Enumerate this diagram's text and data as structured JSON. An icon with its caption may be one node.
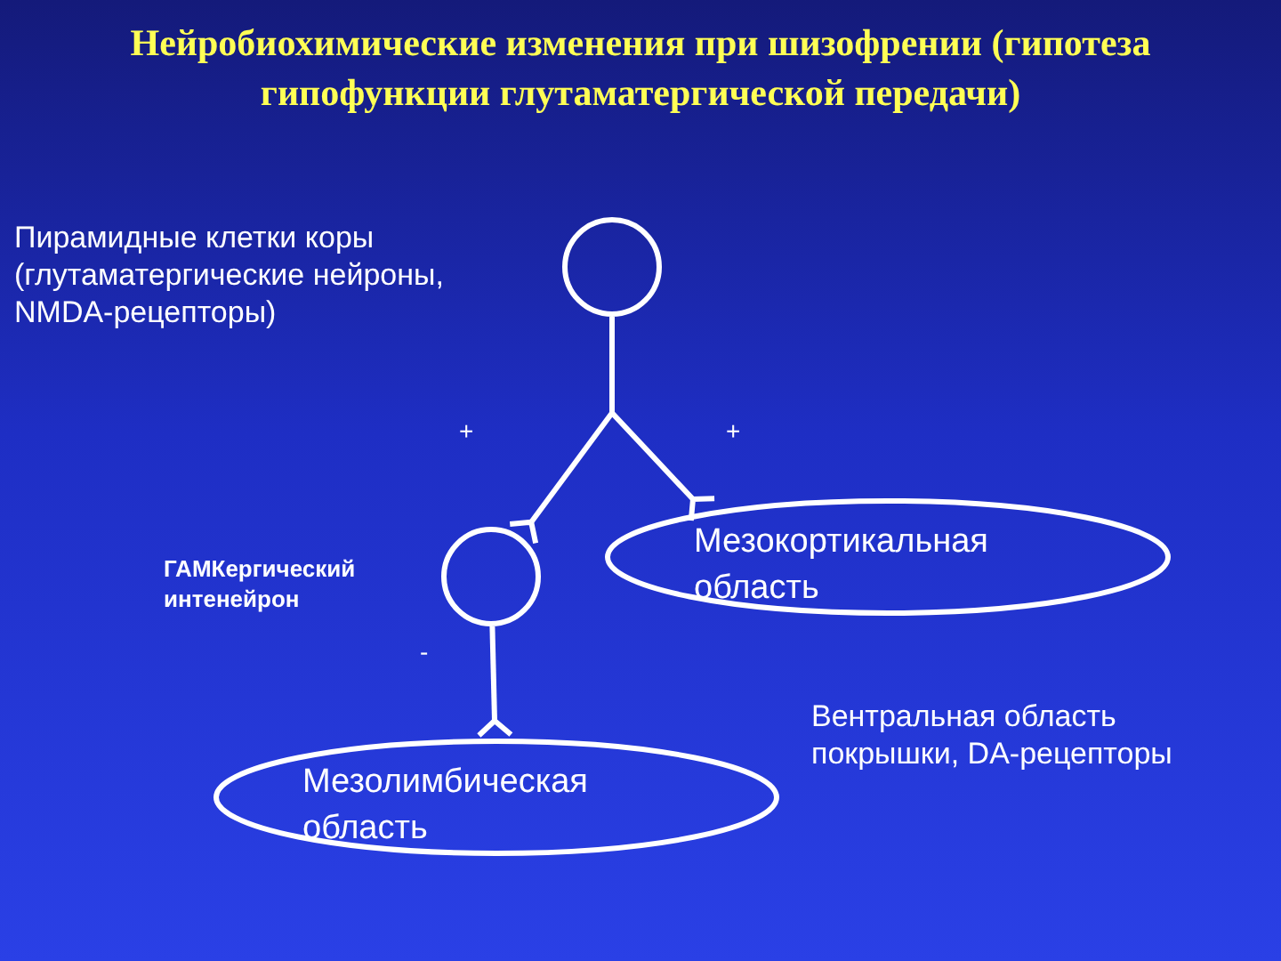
{
  "diagram": {
    "title": "Нейробиохимические изменения при шизофрении (гипотеза гипофункции глутаматергической передачи)",
    "nodes": [
      {
        "text": [],
        "shape": "circle",
        "beside": [
          "Пирамидные клетки коры (глутаматергические нейроны, NMDA-рецепторы)"
        ]
      },
      {
        "text": [],
        "shape": "circle",
        "beside": [
          "ГАМКергический интенейрон"
        ]
      },
      {
        "text": [
          "Мезокортикальная область"
        ]
      },
      {
        "text": [
          "Мезолимбическая область"
        ]
      }
    ],
    "edges": [
      {
        "from": 0,
        "to": 1,
        "arrow": "other",
        "label": "+"
      },
      {
        "from": 0,
        "to": 2,
        "arrow": "other",
        "label": "+"
      },
      {
        "from": 1,
        "to": 3,
        "arrow": "other",
        "label": "-"
      }
    ],
    "labels": [
      "Вентральная область покрышки, DA-рецепторы"
    ]
  }
}
